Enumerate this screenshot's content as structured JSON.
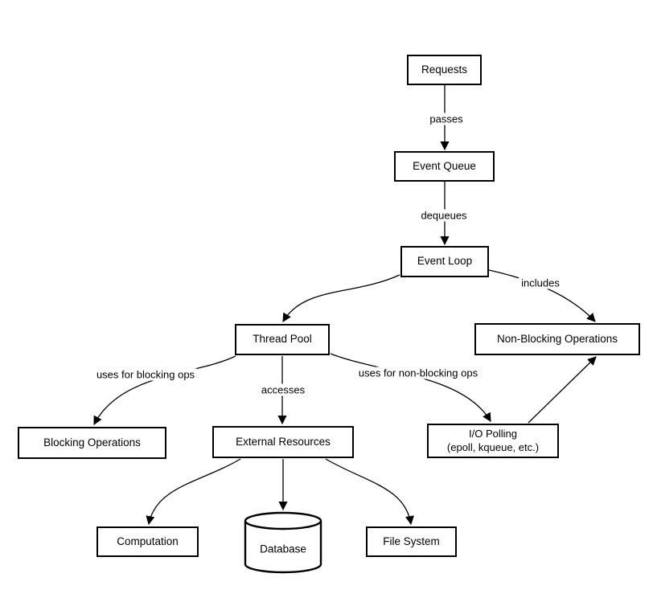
{
  "diagram_type": "flowchart",
  "colors": {
    "background": "#ffffff",
    "node_fill": "#ffffff",
    "line": "#000000",
    "text": "#000000"
  },
  "nodes": {
    "requests": {
      "label": "Requests",
      "shape": "box"
    },
    "event_queue": {
      "label": "Event Queue",
      "shape": "box"
    },
    "event_loop": {
      "label": "Event Loop",
      "shape": "box"
    },
    "thread_pool": {
      "label": "Thread Pool",
      "shape": "box"
    },
    "non_blocking_ops": {
      "label": "Non-Blocking Operations",
      "shape": "box"
    },
    "blocking_ops": {
      "label": "Blocking Operations",
      "shape": "box"
    },
    "external_resources": {
      "label": "External Resources",
      "shape": "box"
    },
    "io_polling": {
      "line1": "I/O Polling",
      "line2": "(epoll, kqueue, etc.)",
      "shape": "box"
    },
    "computation": {
      "label": "Computation",
      "shape": "box"
    },
    "database": {
      "label": "Database",
      "shape": "cylinder"
    },
    "file_system": {
      "label": "File System",
      "shape": "box"
    }
  },
  "edge_labels": {
    "passes": "passes",
    "dequeues": "dequeues",
    "includes": "includes",
    "uses_for_blocking_ops": "uses for blocking ops",
    "accesses": "accesses",
    "uses_for_non_blocking_ops": "uses for non-blocking ops"
  },
  "edges": [
    {
      "from": "requests",
      "to": "event_queue",
      "label": "passes"
    },
    {
      "from": "event_queue",
      "to": "event_loop",
      "label": "dequeues"
    },
    {
      "from": "event_loop",
      "to": "thread_pool",
      "label": ""
    },
    {
      "from": "event_loop",
      "to": "non_blocking_ops",
      "label": "includes"
    },
    {
      "from": "thread_pool",
      "to": "blocking_ops",
      "label": "uses for blocking ops"
    },
    {
      "from": "thread_pool",
      "to": "external_resources",
      "label": "accesses"
    },
    {
      "from": "thread_pool",
      "to": "io_polling",
      "label": "uses for non-blocking ops"
    },
    {
      "from": "io_polling",
      "to": "non_blocking_ops",
      "label": ""
    },
    {
      "from": "external_resources",
      "to": "computation",
      "label": ""
    },
    {
      "from": "external_resources",
      "to": "database",
      "label": ""
    },
    {
      "from": "external_resources",
      "to": "file_system",
      "label": ""
    }
  ]
}
